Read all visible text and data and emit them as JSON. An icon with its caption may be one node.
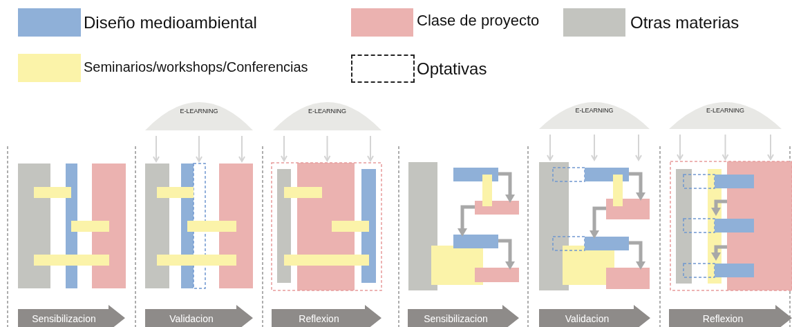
{
  "diagram": {
    "nodes": [
      {
        "text": [
          "E-LEARNING"
        ]
      },
      {
        "text": [
          "E-LEARNING"
        ]
      },
      {
        "text": [
          "E-LEARNING"
        ]
      },
      {
        "text": [
          "E-LEARNING"
        ]
      },
      {
        "text": [
          "Sensibilizacion"
        ]
      },
      {
        "text": [
          "Validacion"
        ]
      },
      {
        "text": [
          "Reflexion"
        ]
      },
      {
        "text": [
          "Sensibilizacion"
        ]
      },
      {
        "text": [
          "Validacion"
        ]
      },
      {
        "text": [
          "Reflexion"
        ]
      },
      {
        "text": [],
        "shape": "box"
      },
      {
        "text": [],
        "shape": "box"
      },
      {
        "text": [],
        "shape": "box"
      },
      {
        "text": [],
        "shape": "box"
      },
      {
        "text": [],
        "shape": "box"
      },
      {
        "text": [],
        "shape": "box"
      }
    ],
    "edges": [
      {
        "from": 0,
        "to": 11,
        "arrow": "to"
      },
      {
        "from": 0,
        "to": 11,
        "arrow": "to"
      },
      {
        "from": 0,
        "to": 11,
        "arrow": "to"
      },
      {
        "from": 1,
        "to": 12,
        "arrow": "to"
      },
      {
        "from": 1,
        "to": 12,
        "arrow": "to"
      },
      {
        "from": 1,
        "to": 12,
        "arrow": "to"
      },
      {
        "from": 2,
        "to": 14,
        "arrow": "to"
      },
      {
        "from": 2,
        "to": 14,
        "arrow": "to"
      },
      {
        "from": 2,
        "to": 14,
        "arrow": "to"
      },
      {
        "from": 3,
        "to": 15,
        "arrow": "to"
      },
      {
        "from": 3,
        "to": 15,
        "arrow": "to"
      },
      {
        "from": 3,
        "to": 15,
        "arrow": "to"
      }
    ],
    "legend": [
      {
        "text": "Diseño medioambiental",
        "color": "#8fb0d8"
      },
      {
        "text": "Clase de proyecto",
        "color": "#ebb2b0"
      },
      {
        "text": "Otras materias",
        "color": "#c3c4bf"
      },
      {
        "text": "Seminarios/workshops/Conferencias",
        "color": "#fbf3a9"
      },
      {
        "text": "Optativas"
      }
    ]
  }
}
